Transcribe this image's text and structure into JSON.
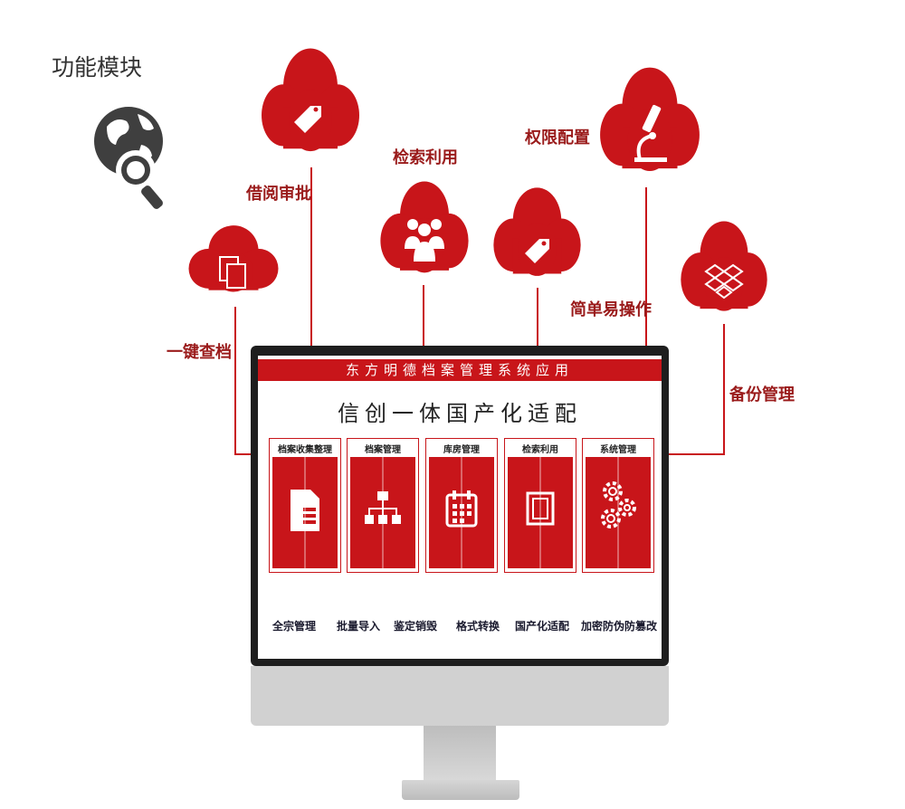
{
  "page_title": "功能模块",
  "clouds": [
    {
      "label": "一键查档",
      "icon": "copy-icon"
    },
    {
      "label": "借阅审批",
      "icon": "tag-icon"
    },
    {
      "label": "检索利用",
      "icon": "users-icon"
    },
    {
      "label": "简单易操作",
      "icon": "tag-icon"
    },
    {
      "label": "权限配置",
      "icon": "microscope-icon"
    },
    {
      "label": "备份管理",
      "icon": "dropbox-icon"
    }
  ],
  "screen": {
    "header": "东方明德档案管理系统应用",
    "subtitle": "信创一体国产化适配",
    "modules": [
      {
        "title": "档案收集整理",
        "icon": "document-icon"
      },
      {
        "title": "档案管理",
        "icon": "hierarchy-icon"
      },
      {
        "title": "库房管理",
        "icon": "calendar-icon"
      },
      {
        "title": "检索利用",
        "icon": "window-icon"
      },
      {
        "title": "系统管理",
        "icon": "gears-icon"
      }
    ],
    "features": [
      "全宗管理",
      "批量导入",
      "鉴定销毁",
      "格式转换",
      "国产化适配",
      "加密防伪防篡改"
    ]
  },
  "colors": {
    "accent": "#c8151a",
    "label": "#9a1b1b",
    "monitor_frame": "#1e1e1e",
    "monitor_chin": "#d1d1d1"
  }
}
